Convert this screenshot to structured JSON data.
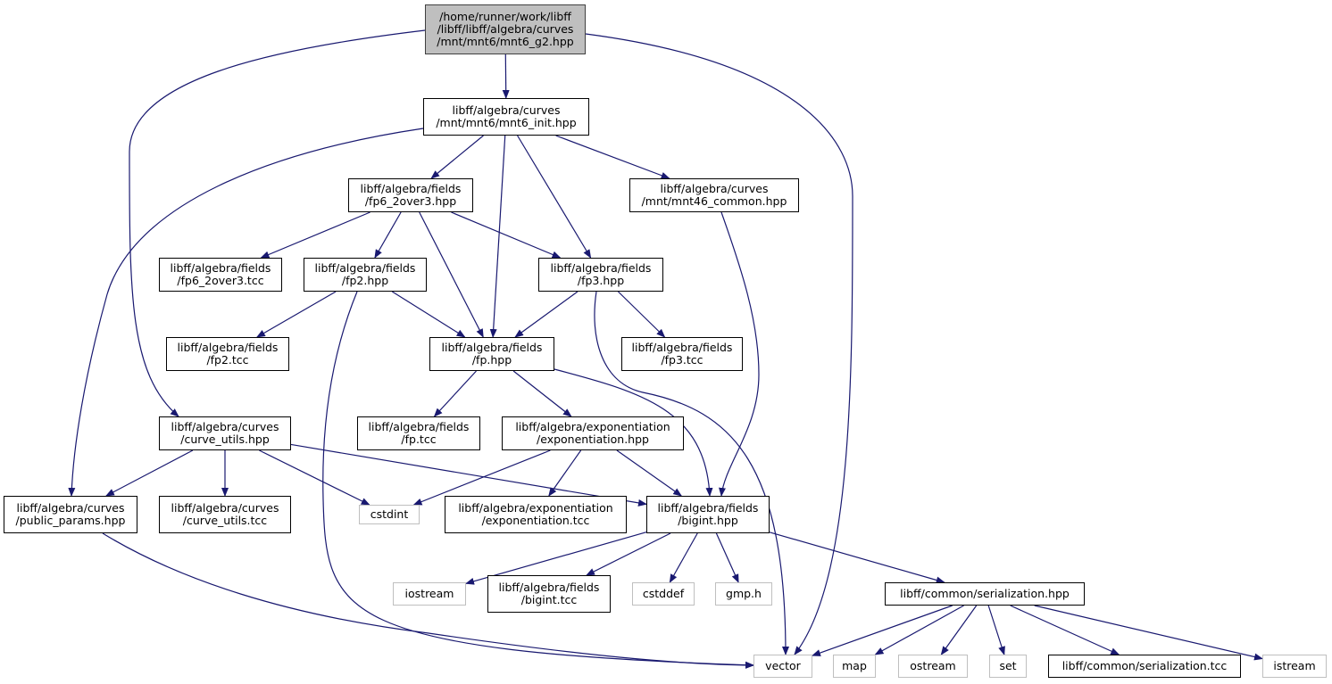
{
  "nodes": [
    {
      "id": "mnt6_g2",
      "lines": [
        "/home/runner/work/libff",
        "/libff/libff/algebra/curves",
        "/mnt/mnt6/mnt6_g2.hpp"
      ],
      "kind": "root"
    },
    {
      "id": "mnt6_init",
      "lines": [
        "libff/algebra/curves",
        "/mnt/mnt6/mnt6_init.hpp"
      ],
      "kind": "file"
    },
    {
      "id": "fp6_2over3_hpp",
      "lines": [
        "libff/algebra/fields",
        "/fp6_2over3.hpp"
      ],
      "kind": "file"
    },
    {
      "id": "mnt46_common",
      "lines": [
        "libff/algebra/curves",
        "/mnt/mnt46_common.hpp"
      ],
      "kind": "file"
    },
    {
      "id": "fp6_2over3_tcc",
      "lines": [
        "libff/algebra/fields",
        "/fp6_2over3.tcc"
      ],
      "kind": "file"
    },
    {
      "id": "fp2_hpp",
      "lines": [
        "libff/algebra/fields",
        "/fp2.hpp"
      ],
      "kind": "file"
    },
    {
      "id": "fp3_hpp",
      "lines": [
        "libff/algebra/fields",
        "/fp3.hpp"
      ],
      "kind": "file"
    },
    {
      "id": "fp2_tcc",
      "lines": [
        "libff/algebra/fields",
        "/fp2.tcc"
      ],
      "kind": "file"
    },
    {
      "id": "fp_hpp",
      "lines": [
        "libff/algebra/fields",
        "/fp.hpp"
      ],
      "kind": "file"
    },
    {
      "id": "fp3_tcc",
      "lines": [
        "libff/algebra/fields",
        "/fp3.tcc"
      ],
      "kind": "file"
    },
    {
      "id": "curve_utils_hpp",
      "lines": [
        "libff/algebra/curves",
        "/curve_utils.hpp"
      ],
      "kind": "file"
    },
    {
      "id": "fp_tcc",
      "lines": [
        "libff/algebra/fields",
        "/fp.tcc"
      ],
      "kind": "file"
    },
    {
      "id": "exponentiation_hpp",
      "lines": [
        "libff/algebra/exponentiation",
        "/exponentiation.hpp"
      ],
      "kind": "file"
    },
    {
      "id": "public_params",
      "lines": [
        "libff/algebra/curves",
        "/public_params.hpp"
      ],
      "kind": "file"
    },
    {
      "id": "curve_utils_tcc",
      "lines": [
        "libff/algebra/curves",
        "/curve_utils.tcc"
      ],
      "kind": "file"
    },
    {
      "id": "cstdint",
      "lines": [
        "cstdint"
      ],
      "kind": "system"
    },
    {
      "id": "exponentiation_tcc",
      "lines": [
        "libff/algebra/exponentiation",
        "/exponentiation.tcc"
      ],
      "kind": "file"
    },
    {
      "id": "bigint_hpp",
      "lines": [
        "libff/algebra/fields",
        "/bigint.hpp"
      ],
      "kind": "file"
    },
    {
      "id": "iostream",
      "lines": [
        "iostream"
      ],
      "kind": "system"
    },
    {
      "id": "bigint_tcc",
      "lines": [
        "libff/algebra/fields",
        "/bigint.tcc"
      ],
      "kind": "file"
    },
    {
      "id": "cstddef",
      "lines": [
        "cstddef"
      ],
      "kind": "system"
    },
    {
      "id": "gmp",
      "lines": [
        "gmp.h"
      ],
      "kind": "system"
    },
    {
      "id": "serialization_hpp",
      "lines": [
        "libff/common/serialization.hpp"
      ],
      "kind": "file"
    },
    {
      "id": "vector",
      "lines": [
        "vector"
      ],
      "kind": "system"
    },
    {
      "id": "map",
      "lines": [
        "map"
      ],
      "kind": "system"
    },
    {
      "id": "ostream",
      "lines": [
        "ostream"
      ],
      "kind": "system"
    },
    {
      "id": "set",
      "lines": [
        "set"
      ],
      "kind": "system"
    },
    {
      "id": "serialization_tcc",
      "lines": [
        "libff/common/serialization.tcc"
      ],
      "kind": "file"
    },
    {
      "id": "istream",
      "lines": [
        "istream"
      ],
      "kind": "system"
    }
  ],
  "edges": [
    [
      "mnt6_g2",
      "mnt6_init"
    ],
    [
      "mnt6_g2",
      "curve_utils_hpp"
    ],
    [
      "mnt6_g2",
      "vector"
    ],
    [
      "mnt6_init",
      "fp6_2over3_hpp"
    ],
    [
      "mnt6_init",
      "fp_hpp"
    ],
    [
      "mnt6_init",
      "fp3_hpp"
    ],
    [
      "mnt6_init",
      "mnt46_common"
    ],
    [
      "mnt6_init",
      "public_params"
    ],
    [
      "fp6_2over3_hpp",
      "fp6_2over3_tcc"
    ],
    [
      "fp6_2over3_hpp",
      "fp2_hpp"
    ],
    [
      "fp6_2over3_hpp",
      "fp3_hpp"
    ],
    [
      "fp6_2over3_hpp",
      "fp_hpp"
    ],
    [
      "mnt46_common",
      "bigint_hpp"
    ],
    [
      "fp2_hpp",
      "fp2_tcc"
    ],
    [
      "fp2_hpp",
      "fp_hpp"
    ],
    [
      "fp2_hpp",
      "vector"
    ],
    [
      "fp3_hpp",
      "fp_hpp"
    ],
    [
      "fp3_hpp",
      "fp3_tcc"
    ],
    [
      "fp3_hpp",
      "vector"
    ],
    [
      "fp_hpp",
      "fp_tcc"
    ],
    [
      "fp_hpp",
      "exponentiation_hpp"
    ],
    [
      "fp_hpp",
      "bigint_hpp"
    ],
    [
      "curve_utils_hpp",
      "public_params"
    ],
    [
      "curve_utils_hpp",
      "curve_utils_tcc"
    ],
    [
      "curve_utils_hpp",
      "cstdint"
    ],
    [
      "curve_utils_hpp",
      "bigint_hpp"
    ],
    [
      "exponentiation_hpp",
      "cstdint"
    ],
    [
      "exponentiation_hpp",
      "exponentiation_tcc"
    ],
    [
      "exponentiation_hpp",
      "bigint_hpp"
    ],
    [
      "public_params",
      "vector"
    ],
    [
      "bigint_hpp",
      "iostream"
    ],
    [
      "bigint_hpp",
      "bigint_tcc"
    ],
    [
      "bigint_hpp",
      "cstddef"
    ],
    [
      "bigint_hpp",
      "gmp"
    ],
    [
      "bigint_hpp",
      "serialization_hpp"
    ],
    [
      "serialization_hpp",
      "vector"
    ],
    [
      "serialization_hpp",
      "map"
    ],
    [
      "serialization_hpp",
      "ostream"
    ],
    [
      "serialization_hpp",
      "set"
    ],
    [
      "serialization_hpp",
      "serialization_tcc"
    ],
    [
      "serialization_hpp",
      "istream"
    ]
  ],
  "colors": {
    "edge": "#191970",
    "root_fill": "#bfbfbf",
    "file_border": "#000000",
    "system_border": "#bfbfbf"
  }
}
